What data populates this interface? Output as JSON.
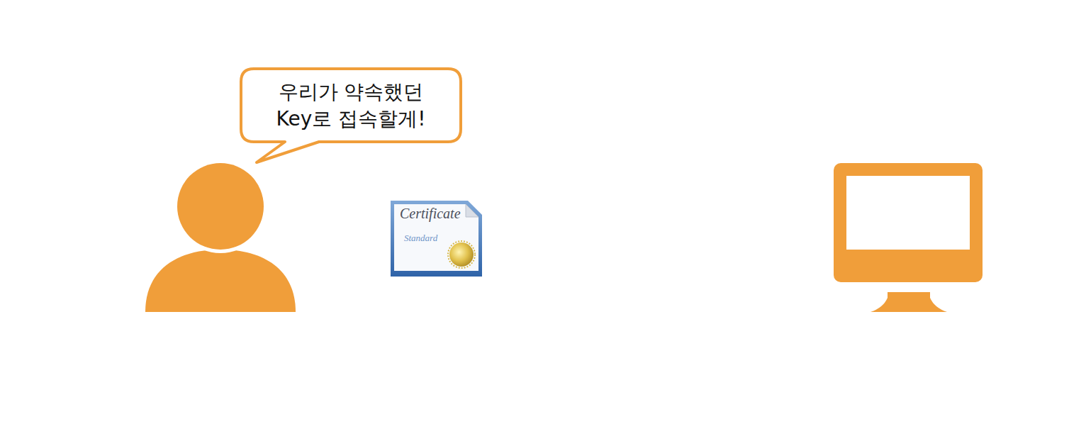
{
  "diagram": {
    "nodes": [
      {
        "text": [
          "우리가 약속했던 Key로 접속할게!"
        ]
      }
    ],
    "labels": [
      "Certificate",
      "Standard"
    ]
  }
}
